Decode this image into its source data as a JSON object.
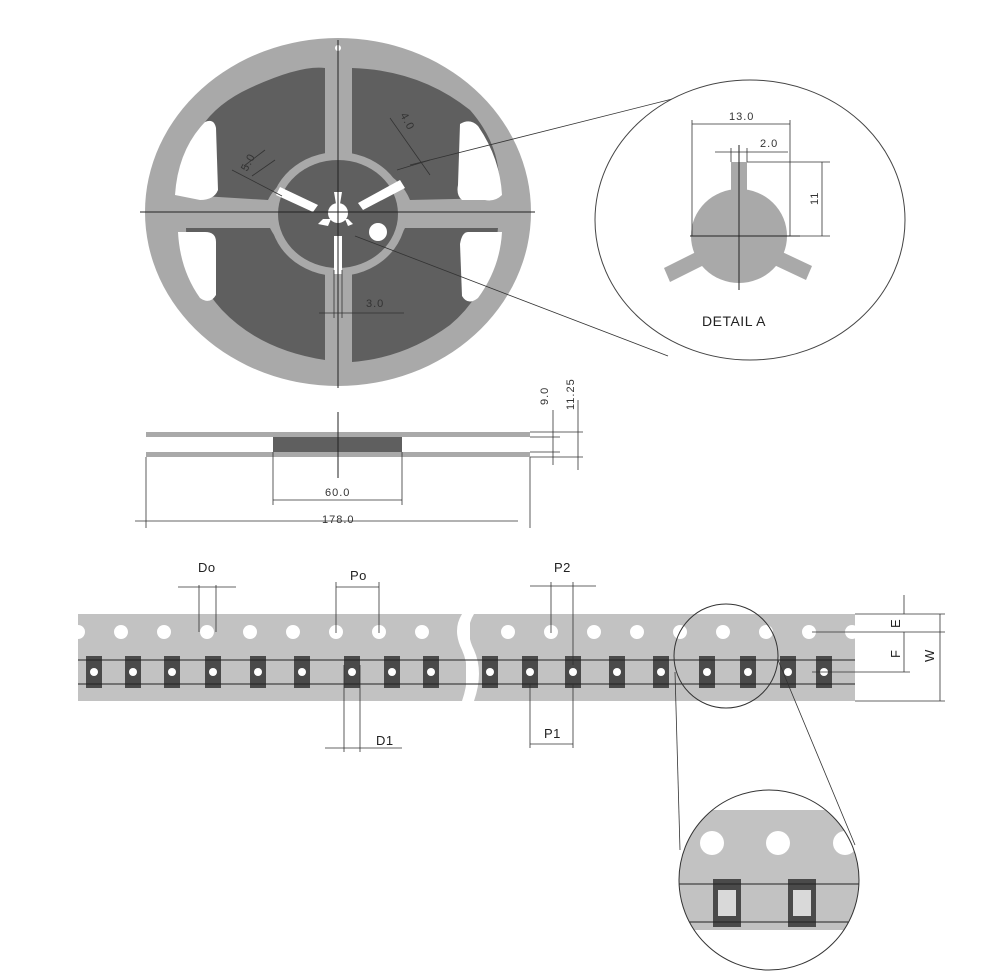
{
  "reel": {
    "dims": {
      "slot_width": "5.0",
      "slot_thickness": "4.0",
      "key_width": "3.0",
      "hub_diameter": "60.0",
      "reel_diameter": "178.0",
      "inner_width": "9.0",
      "outer_width": "11.25"
    }
  },
  "detail_a": {
    "title": "DETAIL A",
    "dims": {
      "width": "13.0",
      "key": "2.0",
      "height": "11"
    }
  },
  "tape": {
    "labels": {
      "do": "Do",
      "po": "Po",
      "p2": "P2",
      "d1": "D1",
      "p1": "P1",
      "e": "E",
      "f": "F",
      "w": "W"
    }
  },
  "colors": {
    "reel_body": "#a9a9a9",
    "reel_inner": "#5f5f5f",
    "tape": "#c2c2c2",
    "component": "#4a4a4a",
    "line": "#222222"
  }
}
